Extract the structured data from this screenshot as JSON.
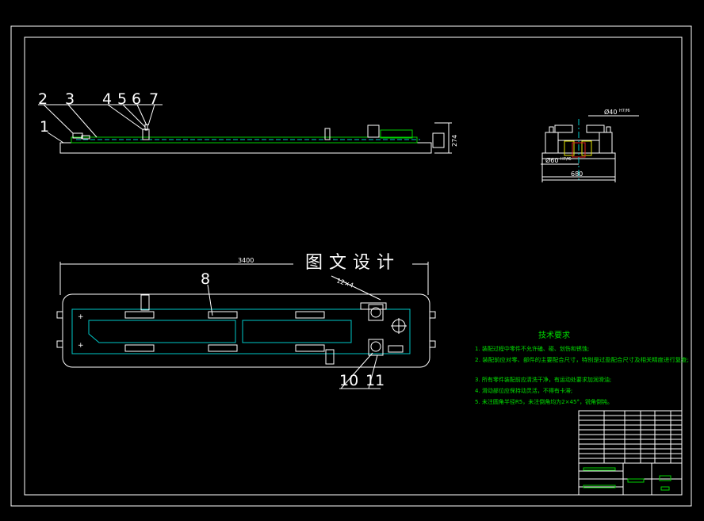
{
  "watermark": "图文设计",
  "side_view": {
    "part_numbers": [
      "1",
      "2",
      "3",
      "4",
      "5",
      "6",
      "7"
    ],
    "height_dim": "274"
  },
  "plan_view": {
    "length_dim": "3400",
    "part_numbers": [
      "8",
      "10",
      "11"
    ],
    "angle_note": "12×4"
  },
  "end_view": {
    "dia_top": "Ø40",
    "dia_top_fit": "H7/f6",
    "dia_bottom": "Ø60",
    "dia_bottom_fit": "H7/f6",
    "width_dim": "680"
  },
  "tech_req": {
    "title": "技术要求",
    "items": [
      "1. 装配过程中零件不允许磕、碰、划伤和锈蚀;",
      "2. 装配前应对零、部件的主要配合尺寸，特别是过盈配合尺寸及相关精度进行复查;",
      "3. 所有零件装配前应清洗干净，有运动处要求加润滑油;",
      "4. 滑动部位应保持动灵活，不得有卡滞;",
      "5. 未注圆角半径R5，未注倒角均为2×45°，锐角倒钝。"
    ]
  },
  "colors": {
    "background": "#000000",
    "lines": "#ffffff",
    "parts": "#00d000",
    "text_green": "#00e000",
    "cyan": "#00c8c8",
    "yellow": "#e0e000",
    "red": "#e02020"
  }
}
